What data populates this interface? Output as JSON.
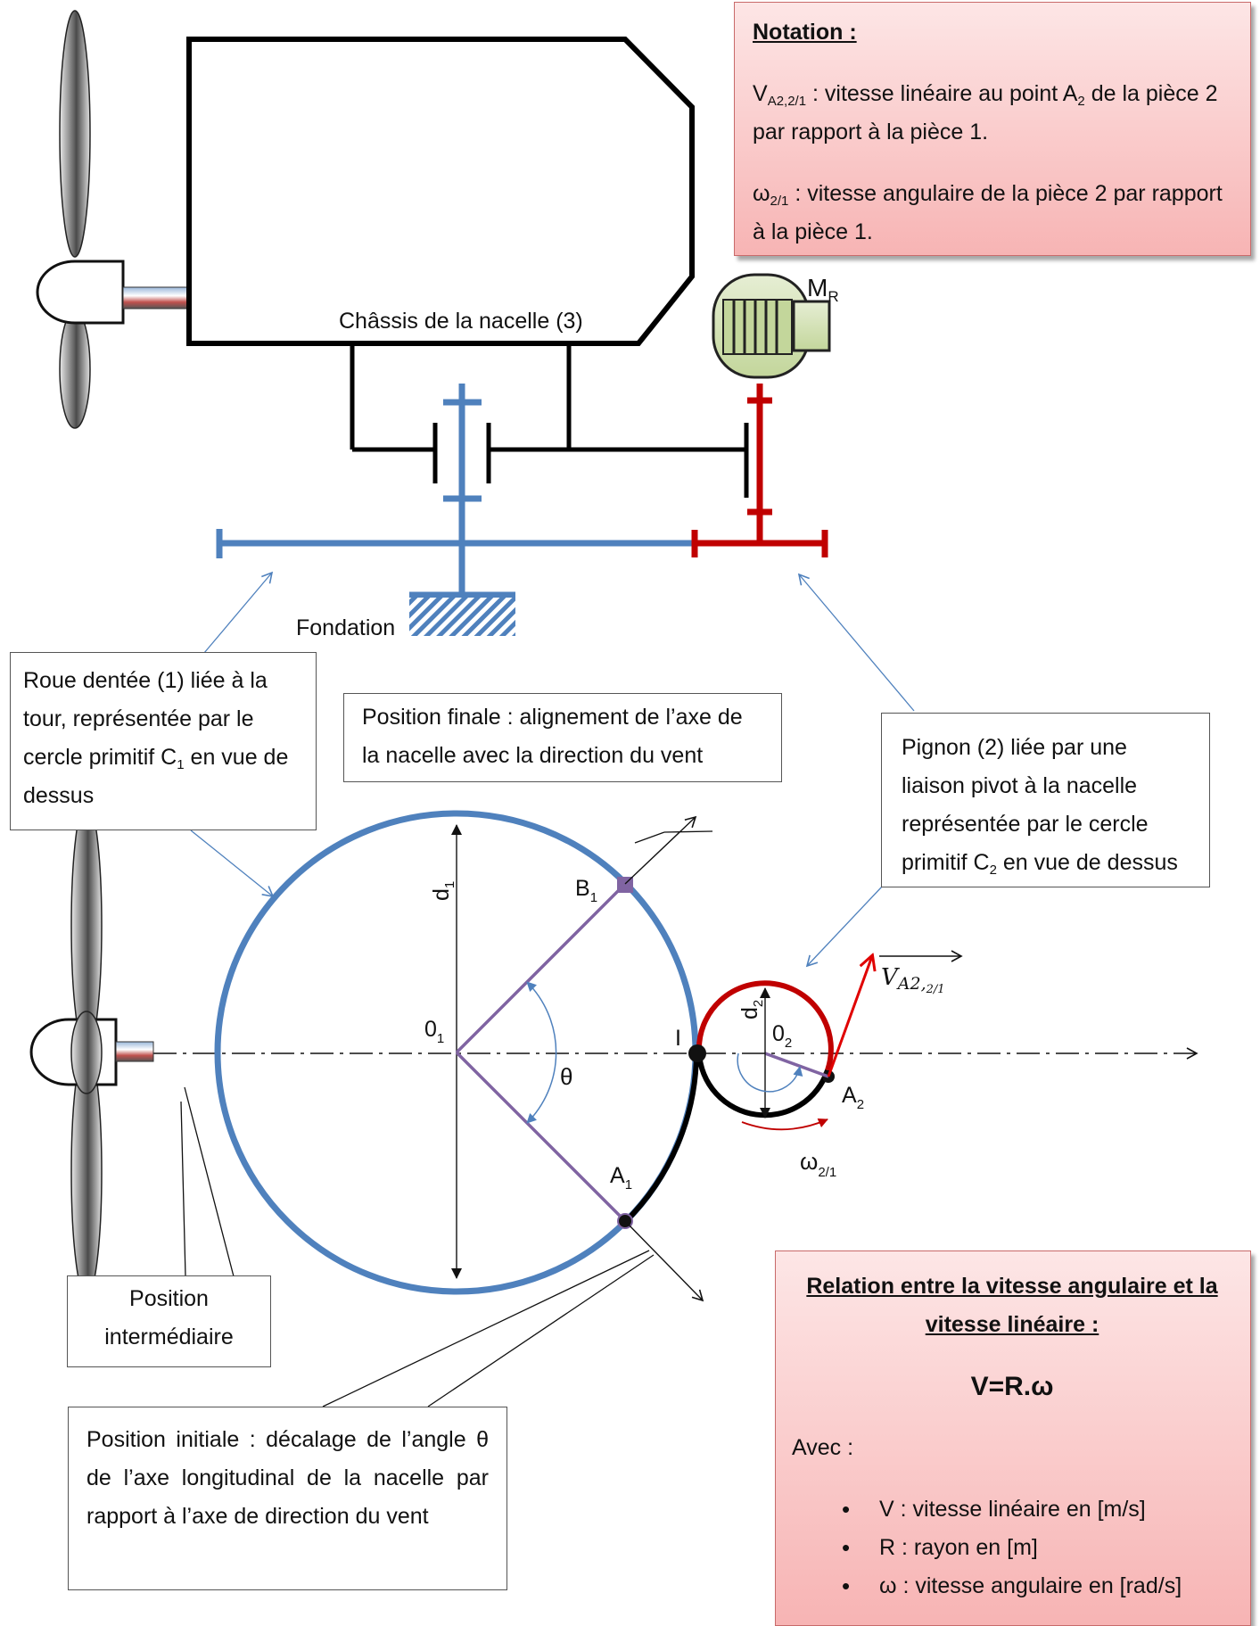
{
  "labels": {
    "chassis": "Châssis de la nacelle (3)",
    "fondation": "Fondation",
    "mr": "M",
    "mr_sub": "R",
    "d1": "d",
    "d1_sub": "1",
    "d2": "d",
    "d2_sub": "2",
    "o1": "0",
    "o1_sub": "1",
    "o2": "0",
    "o2_sub": "2",
    "b1": "B",
    "b1_sub": "1",
    "a1": "A",
    "a1_sub": "1",
    "a2": "A",
    "a2_sub": "2",
    "i": "I",
    "theta": "θ",
    "omega": "ω",
    "omega_sub": "2/1",
    "vector_main": "V",
    "vector_sub": "A2,",
    "vector_sub2": "2/1"
  },
  "notation": {
    "title": "Notation :",
    "v_symbol": "V",
    "v_sub": "A2,2/1",
    "v_text1": " : vitesse linéaire au point A",
    "v_text1_sub": "2",
    "v_text2": " de la pièce 2 par rapport à la pièce 1.",
    "w_symbol": "ω",
    "w_sub": "2/1",
    "w_text": " : vitesse angulaire de la pièce 2 par rapport à la pièce 1."
  },
  "callouts": {
    "roue_a": "Roue dentée (1) liée à la tour, représentée par le cercle primitif C",
    "roue_sub": "1",
    "roue_b": " en vue de dessus",
    "finale": "Position finale : alignement de l’axe de la nacelle avec la direction du vent",
    "pignon_a": "Pignon (2) liée par une liaison pivot à la nacelle représentée par le cercle primitif C",
    "pignon_sub": "2",
    "pignon_b": " en vue de dessus",
    "intermediaire": "Position intermédiaire",
    "initiale": "Position initiale : décalage de l’angle θ de l’axe longitudinal de la nacelle par rapport à l’axe de direction du vent"
  },
  "relation": {
    "title": "Relation entre la vitesse angulaire et la vitesse linéaire :",
    "formula": "V=R.ω",
    "avec": "Avec :",
    "items": [
      "V : vitesse linéaire en [m/s]",
      "R : rayon en [m]",
      "ω : vitesse angulaire en [rad/s]"
    ]
  },
  "colors": {
    "blue": "#4f81bd",
    "red": "#c00000",
    "purple": "#8064a2",
    "motor_green": "#d7e4bd",
    "pink_box": "#f7b4b4"
  }
}
